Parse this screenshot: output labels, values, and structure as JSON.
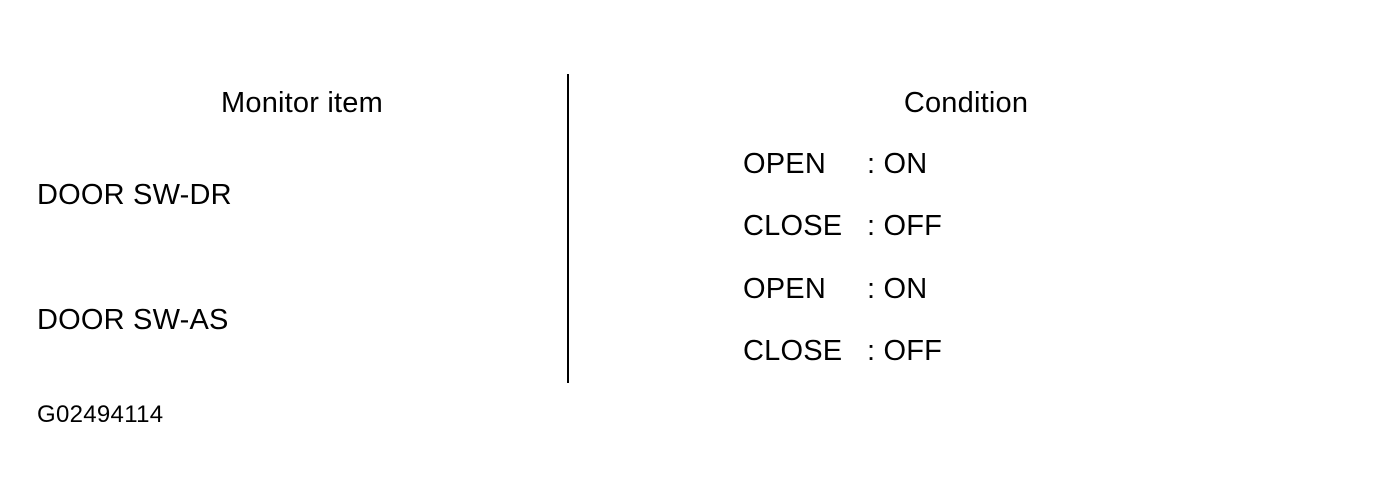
{
  "table": {
    "headers": {
      "monitor_item": "Monitor item",
      "condition": "Condition"
    },
    "rows": [
      {
        "monitor_item": "DOOR SW-DR",
        "conditions": [
          {
            "state": "OPEN",
            "value": ": ON"
          },
          {
            "state": "CLOSE",
            "value": ": OFF"
          }
        ]
      },
      {
        "monitor_item": "DOOR SW-AS",
        "conditions": [
          {
            "state": "OPEN",
            "value": ": ON"
          },
          {
            "state": "CLOSE",
            "value": ": OFF"
          }
        ]
      }
    ]
  },
  "figure": {
    "caption": "G02494114"
  },
  "colors": {
    "ink": "#000000",
    "paper": "#ffffff"
  }
}
